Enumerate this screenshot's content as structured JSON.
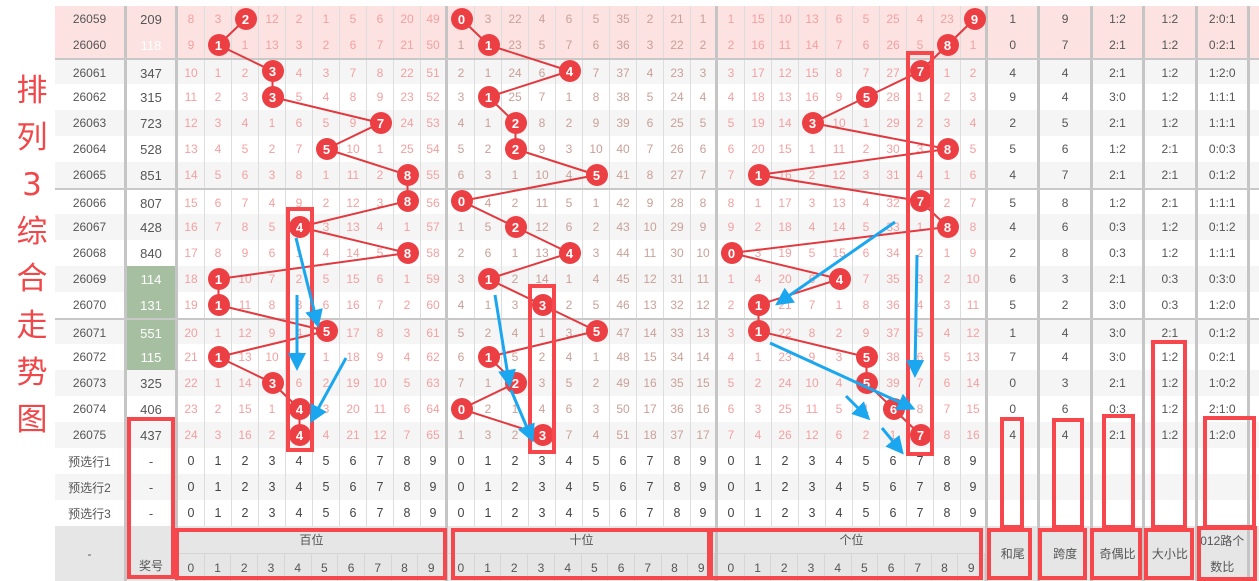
{
  "page_title": [
    "排",
    "列",
    "3",
    "综",
    "合",
    "走",
    "势",
    "图"
  ],
  "colors": {
    "ball": "#ec3f44",
    "highlight_row": "#fde2e2",
    "repeat_prize": "#a6bfa0",
    "annotation_box": "#f5474c",
    "annotation_arrow": "#1aa7f0"
  },
  "rows": [
    {
      "period": "26059",
      "prize": "209",
      "style": "hl",
      "b": [
        8,
        3,
        2,
        12,
        2,
        1,
        5,
        6,
        20,
        49
      ],
      "bh": 2,
      "t": [
        0,
        3,
        22,
        4,
        6,
        5,
        35,
        2,
        21,
        1
      ],
      "th": 0,
      "u": [
        1,
        15,
        10,
        13,
        6,
        5,
        25,
        4,
        23,
        9
      ],
      "uh": 9,
      "stats": [
        "1",
        "9",
        "1:2",
        "1:2",
        "2:0:1"
      ]
    },
    {
      "period": "26060",
      "prize": "118",
      "style": "hl-white",
      "b": [
        9,
        1,
        1,
        13,
        3,
        2,
        6,
        7,
        21,
        50
      ],
      "bh": 1,
      "t": [
        1,
        1,
        23,
        5,
        7,
        6,
        36,
        3,
        22,
        2
      ],
      "th": 1,
      "u": [
        2,
        16,
        11,
        14,
        7,
        6,
        26,
        5,
        8,
        1
      ],
      "uh": 8,
      "stats": [
        "0",
        "7",
        "2:1",
        "1:2",
        "0:2:1"
      ]
    },
    {
      "period": "26061",
      "prize": "347",
      "style": "",
      "b": [
        10,
        1,
        2,
        3,
        4,
        3,
        7,
        8,
        22,
        51
      ],
      "bh": 3,
      "t": [
        2,
        1,
        24,
        6,
        4,
        7,
        37,
        4,
        23,
        3
      ],
      "th": 4,
      "u": [
        3,
        17,
        12,
        15,
        8,
        7,
        27,
        7,
        1,
        2
      ],
      "uh": 7,
      "stats": [
        "4",
        "4",
        "2:1",
        "1:2",
        "1:2:0"
      ]
    },
    {
      "period": "26062",
      "prize": "315",
      "style": "",
      "b": [
        11,
        2,
        3,
        3,
        5,
        4,
        8,
        9,
        23,
        52
      ],
      "bh": 3,
      "t": [
        3,
        1,
        25,
        7,
        1,
        8,
        38,
        5,
        24,
        4
      ],
      "th": 1,
      "u": [
        4,
        18,
        13,
        16,
        9,
        5,
        28,
        1,
        2,
        3
      ],
      "uh": 5,
      "stats": [
        "9",
        "4",
        "3:0",
        "1:2",
        "1:1:1"
      ]
    },
    {
      "period": "26063",
      "prize": "723",
      "style": "",
      "b": [
        12,
        3,
        4,
        1,
        6,
        5,
        9,
        7,
        24,
        53
      ],
      "bh": 7,
      "t": [
        4,
        1,
        2,
        8,
        2,
        9,
        39,
        6,
        25,
        5
      ],
      "th": 2,
      "u": [
        5,
        19,
        14,
        3,
        10,
        1,
        29,
        2,
        3,
        4
      ],
      "uh": 3,
      "stats": [
        "2",
        "5",
        "2:1",
        "1:2",
        "1:1:1"
      ]
    },
    {
      "period": "26064",
      "prize": "528",
      "style": "",
      "b": [
        13,
        4,
        5,
        2,
        7,
        5,
        10,
        1,
        25,
        54
      ],
      "bh": 5,
      "t": [
        5,
        2,
        2,
        9,
        3,
        10,
        40,
        7,
        26,
        6
      ],
      "th": 2,
      "u": [
        6,
        20,
        15,
        1,
        11,
        2,
        30,
        3,
        8,
        5
      ],
      "uh": 8,
      "stats": [
        "5",
        "6",
        "1:2",
        "2:1",
        "0:0:3"
      ]
    },
    {
      "period": "26065",
      "prize": "851",
      "style": "",
      "b": [
        14,
        5,
        6,
        3,
        8,
        1,
        11,
        2,
        8,
        55
      ],
      "bh": 8,
      "t": [
        6,
        3,
        1,
        10,
        4,
        5,
        41,
        8,
        27,
        7
      ],
      "th": 5,
      "u": [
        7,
        1,
        16,
        2,
        12,
        3,
        31,
        4,
        1,
        6
      ],
      "uh": 1,
      "stats": [
        "4",
        "7",
        "2:1",
        "2:1",
        "0:1:2"
      ]
    },
    {
      "period": "26066",
      "prize": "807",
      "style": "",
      "b": [
        15,
        6,
        7,
        4,
        9,
        2,
        12,
        3,
        8,
        56
      ],
      "bh": 8,
      "t": [
        0,
        4,
        2,
        11,
        5,
        1,
        42,
        9,
        28,
        8
      ],
      "th": 0,
      "u": [
        8,
        1,
        17,
        3,
        13,
        4,
        32,
        7,
        2,
        7
      ],
      "uh": 7,
      "stats": [
        "5",
        "8",
        "1:2",
        "2:1",
        "1:1:1"
      ]
    },
    {
      "period": "26067",
      "prize": "428",
      "style": "",
      "b": [
        16,
        7,
        8,
        5,
        4,
        3,
        13,
        4,
        1,
        57
      ],
      "bh": 4,
      "t": [
        1,
        5,
        2,
        12,
        6,
        2,
        43,
        10,
        29,
        9
      ],
      "th": 2,
      "u": [
        9,
        2,
        18,
        4,
        14,
        5,
        33,
        1,
        8,
        8
      ],
      "uh": 8,
      "stats": [
        "4",
        "6",
        "0:3",
        "1:2",
        "0:1:2"
      ]
    },
    {
      "period": "26068",
      "prize": "840",
      "style": "",
      "b": [
        17,
        8,
        9,
        6,
        1,
        4,
        14,
        5,
        8,
        58
      ],
      "bh": 8,
      "t": [
        2,
        6,
        1,
        13,
        4,
        3,
        44,
        11,
        30,
        10
      ],
      "th": 4,
      "u": [
        0,
        3,
        19,
        5,
        15,
        6,
        34,
        2,
        1,
        9
      ],
      "uh": 0,
      "stats": [
        "2",
        "8",
        "0:3",
        "1:2",
        "1:1:1"
      ]
    },
    {
      "period": "26069",
      "prize": "114",
      "style": "green",
      "b": [
        18,
        1,
        10,
        7,
        2,
        5,
        15,
        6,
        1,
        59
      ],
      "bh": 1,
      "t": [
        3,
        1,
        2,
        14,
        1,
        4,
        45,
        12,
        31,
        11
      ],
      "th": 1,
      "u": [
        1,
        4,
        20,
        6,
        4,
        7,
        35,
        3,
        2,
        10
      ],
      "uh": 4,
      "stats": [
        "6",
        "3",
        "2:1",
        "0:3",
        "0:3:0"
      ]
    },
    {
      "period": "26070",
      "prize": "131",
      "style": "green",
      "b": [
        19,
        1,
        11,
        8,
        3,
        6,
        16,
        7,
        2,
        60
      ],
      "bh": 1,
      "t": [
        4,
        1,
        3,
        3,
        2,
        5,
        46,
        13,
        32,
        12
      ],
      "th": 3,
      "u": [
        2,
        1,
        21,
        7,
        1,
        8,
        36,
        4,
        3,
        11
      ],
      "uh": 1,
      "stats": [
        "5",
        "2",
        "3:0",
        "0:3",
        "1:2:0"
      ]
    },
    {
      "period": "26071",
      "prize": "551",
      "style": "green",
      "b": [
        20,
        1,
        12,
        9,
        4,
        5,
        17,
        8,
        3,
        61
      ],
      "bh": 5,
      "t": [
        5,
        2,
        4,
        1,
        3,
        5,
        47,
        14,
        33,
        13
      ],
      "th": 5,
      "u": [
        3,
        1,
        22,
        8,
        2,
        9,
        37,
        5,
        4,
        12
      ],
      "uh": 1,
      "stats": [
        "1",
        "4",
        "3:0",
        "2:1",
        "0:1:2"
      ]
    },
    {
      "period": "26072",
      "prize": "115",
      "style": "green",
      "b": [
        21,
        1,
        13,
        10,
        5,
        1,
        18,
        9,
        4,
        62
      ],
      "bh": 1,
      "t": [
        6,
        1,
        5,
        2,
        4,
        1,
        48,
        15,
        34,
        14
      ],
      "th": 1,
      "u": [
        4,
        1,
        23,
        9,
        3,
        5,
        38,
        6,
        5,
        13
      ],
      "uh": 5,
      "stats": [
        "7",
        "4",
        "3:0",
        "1:2",
        "0:2:1"
      ]
    },
    {
      "period": "26073",
      "prize": "325",
      "style": "",
      "b": [
        22,
        1,
        14,
        3,
        6,
        2,
        19,
        10,
        5,
        63
      ],
      "bh": 3,
      "t": [
        7,
        1,
        2,
        3,
        5,
        2,
        49,
        16,
        35,
        15
      ],
      "th": 2,
      "u": [
        5,
        2,
        24,
        10,
        4,
        5,
        39,
        7,
        6,
        14
      ],
      "uh": 5,
      "stats": [
        "0",
        "3",
        "2:1",
        "1:2",
        "1:0:2"
      ]
    },
    {
      "period": "26074",
      "prize": "406",
      "style": "",
      "b": [
        23,
        2,
        15,
        1,
        4,
        3,
        20,
        11,
        6,
        64
      ],
      "bh": 4,
      "t": [
        0,
        2,
        1,
        4,
        6,
        3,
        50,
        17,
        36,
        16
      ],
      "th": 0,
      "u": [
        6,
        3,
        25,
        11,
        5,
        1,
        6,
        8,
        7,
        15
      ],
      "uh": 6,
      "stats": [
        "0",
        "6",
        "0:3",
        "1:2",
        "2:1:0"
      ]
    },
    {
      "period": "26075",
      "prize": "437",
      "style": "",
      "b": [
        24,
        3,
        16,
        2,
        4,
        4,
        21,
        12,
        7,
        65
      ],
      "bh": 4,
      "t": [
        1,
        3,
        2,
        3,
        7,
        4,
        51,
        18,
        37,
        17
      ],
      "th": 3,
      "u": [
        7,
        4,
        26,
        12,
        6,
        2,
        1,
        7,
        8,
        16
      ],
      "uh": 7,
      "stats": [
        "4",
        "4",
        "2:1",
        "1:2",
        "1:2:0"
      ]
    }
  ],
  "preselect": [
    {
      "label": "预选行1",
      "prize": "-"
    },
    {
      "label": "预选行2",
      "prize": "-"
    },
    {
      "label": "预选行3",
      "prize": "-"
    }
  ],
  "digits": [
    "0",
    "1",
    "2",
    "3",
    "4",
    "5",
    "6",
    "7",
    "8",
    "9"
  ],
  "footer": {
    "period": "-",
    "prize": "奖号",
    "groups": [
      "百位",
      "十位",
      "个位"
    ],
    "stats": [
      "和尾",
      "跨度",
      "奇偶比",
      "大小比",
      "012路个数比"
    ]
  }
}
